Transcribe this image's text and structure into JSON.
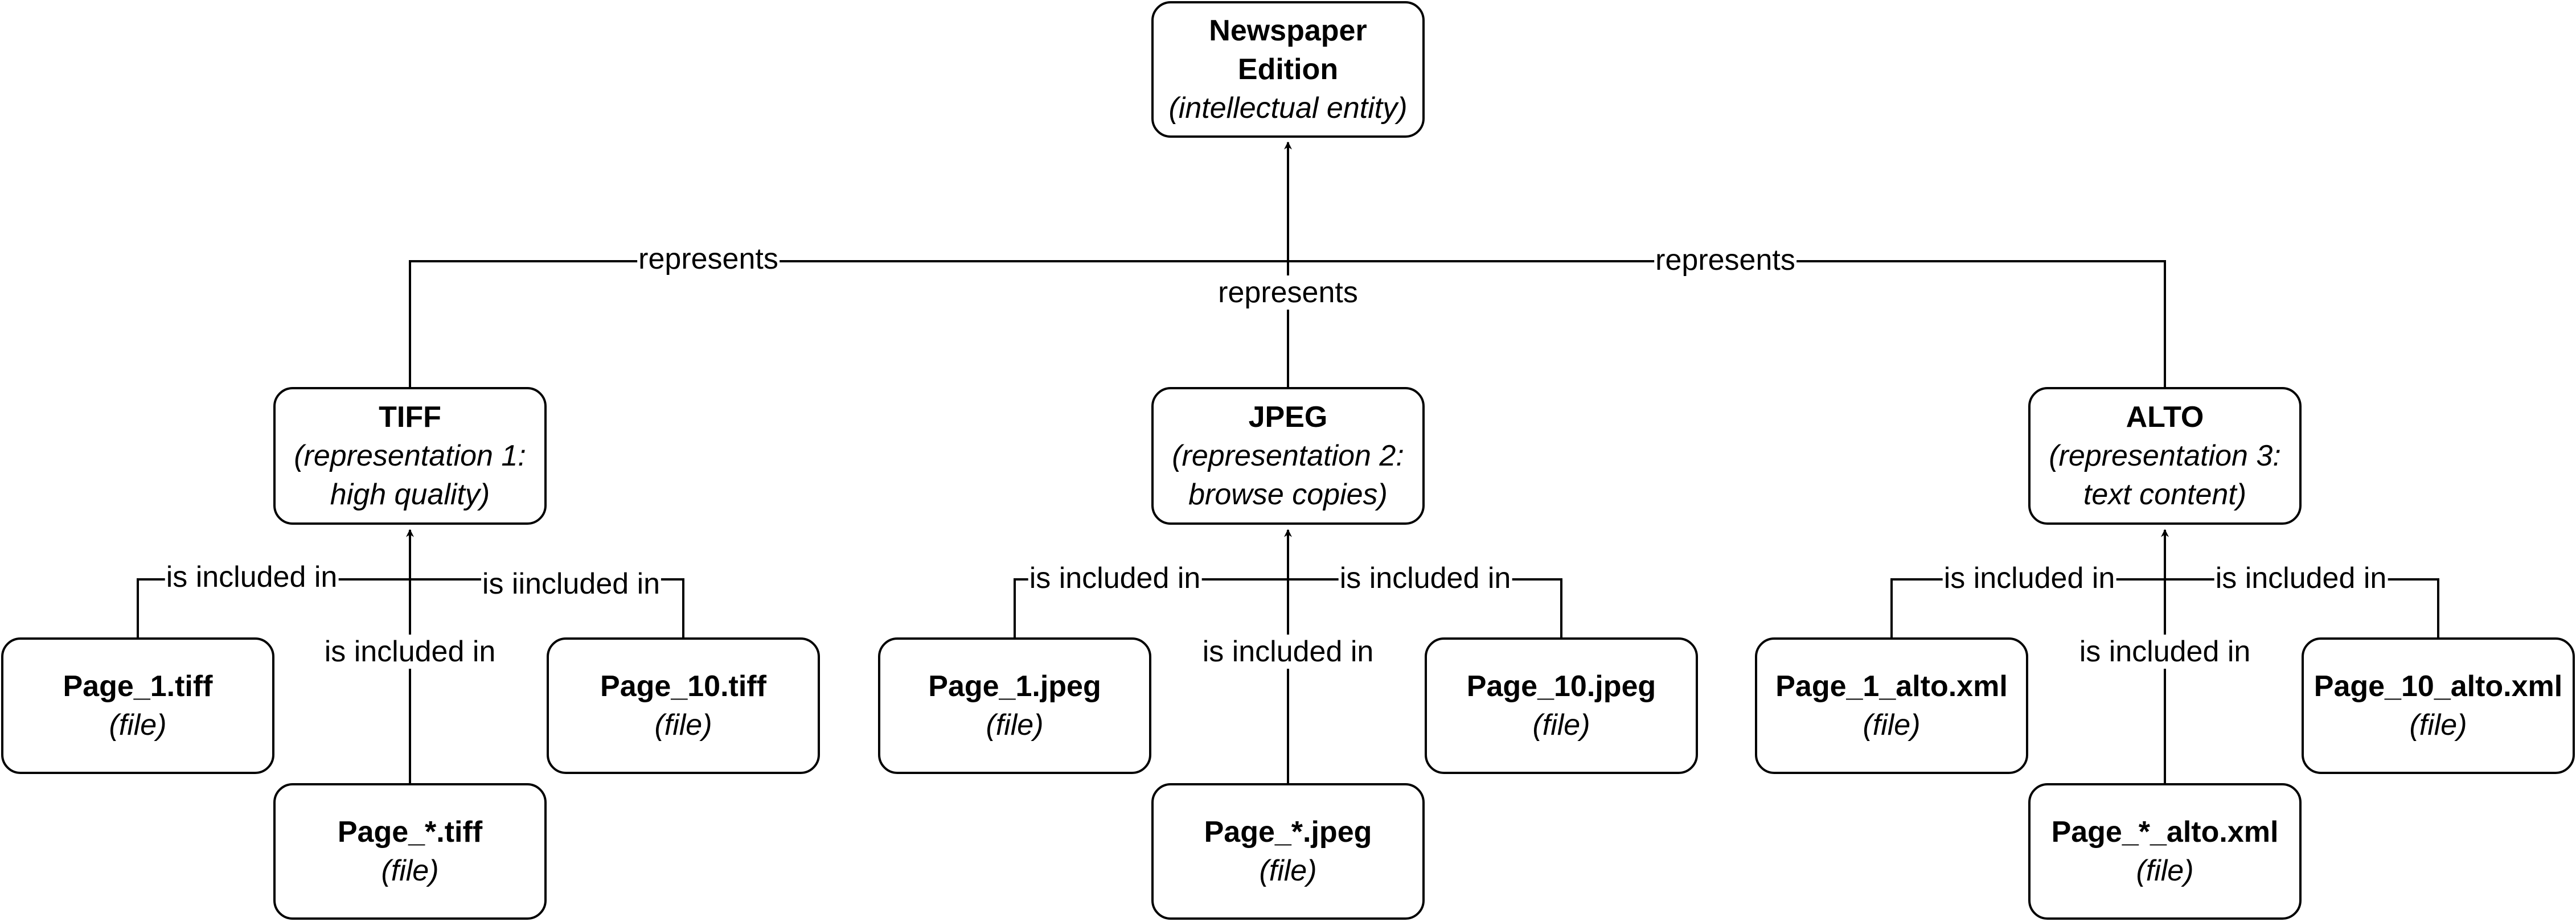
{
  "colors": {
    "line": "#000000",
    "background": "#ffffff"
  },
  "nodes": {
    "newspaper": {
      "title": "Newspaper\nEdition",
      "subtitle": "(intellectual entity)"
    },
    "tiff": {
      "title": "TIFF",
      "subtitle": "(representation 1:\nhigh quality)"
    },
    "jpeg": {
      "title": "JPEG",
      "subtitle": "(representation 2:\nbrowse copies)"
    },
    "alto": {
      "title": "ALTO",
      "subtitle": "(representation 3:\ntext content)"
    },
    "page1_tiff": {
      "title": "Page_1.tiff",
      "subtitle": "(file)"
    },
    "pagestar_tiff": {
      "title": "Page_*.tiff",
      "subtitle": "(file)"
    },
    "page10_tiff": {
      "title": "Page_10.tiff",
      "subtitle": "(file)"
    },
    "page1_jpeg": {
      "title": "Page_1.jpeg",
      "subtitle": "(file)"
    },
    "pagestar_jpeg": {
      "title": "Page_*.jpeg",
      "subtitle": "(file)"
    },
    "page10_jpeg": {
      "title": "Page_10.jpeg",
      "subtitle": "(file)"
    },
    "page1_alto": {
      "title": "Page_1_alto.xml",
      "subtitle": "(file)"
    },
    "pagestar_alto": {
      "title": "Page_*_alto.xml",
      "subtitle": "(file)"
    },
    "page10_alto": {
      "title": "Page_10_alto.xml",
      "subtitle": "(file)"
    }
  },
  "edges": {
    "tiff_to_newspaper": "represents",
    "jpeg_to_newspaper": "represents",
    "alto_to_newspaper": "represents",
    "page1_tiff_to_tiff": "is included in",
    "pagestar_tiff_to_tiff": "is included in",
    "page10_tiff_to_tiff": "is iincluded in",
    "page1_jpeg_to_jpeg": "is included in",
    "pagestar_jpeg_to_jpeg": "is included in",
    "page10_jpeg_to_jpeg": "is included in",
    "page1_alto_to_alto": "is included in",
    "pagestar_alto_to_alto": "is included in",
    "page10_alto_to_alto": "is included in"
  }
}
